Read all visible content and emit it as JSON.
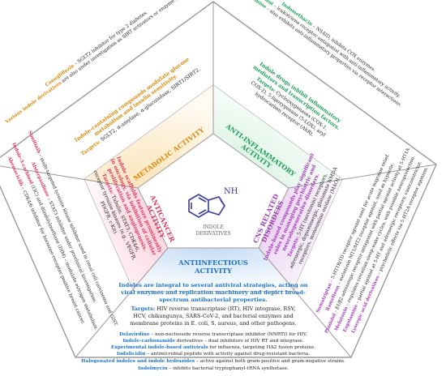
{
  "center": {
    "nh_label": "NH",
    "caption_line1": "INDOLE",
    "caption_line2": "DERIVATIVES"
  },
  "segments": {
    "anti_inflammatory": {
      "title_line1": "ANTI-INFLAMMATORY",
      "title_line2": "ACTIVITY",
      "color": "#1a9e55",
      "summary": [
        "Indole drugs inhibit inflammatory",
        "mediators and transcription factors."
      ],
      "targets_label": "Targets:",
      "targets": [
        "Cyclooxygenases (COX-1,",
        "COX-2), 5-lipoxygenase (5-LOX), aryl",
        "hydrocarbon receptor (AhR)."
      ],
      "examples": [
        {
          "name": "Indomethacin",
          "desc": " – NSAID, inhibits COX enzymes."
        },
        {
          "name": "Zafirlukast",
          "desc": " – leukotriene receptor antagonist with anti-inflammatory activity."
        },
        {
          "name": "Ergotamine",
          "desc": " – also exhibits anti-inflammatory properties via receptor interactions."
        }
      ]
    },
    "metabolic": {
      "title": "METABOLIC ACTIVITY",
      "color": "#d98a0b",
      "summary": [
        "Indole-containing compounds modulate glucose",
        "metabolism and insulin sensitivity."
      ],
      "targets_label": "Targets:",
      "targets": [
        "SGLT2, α-amylase, α-glucosidase, SIRT1/SIRT2."
      ],
      "examples": [
        {
          "name": "Canagliflozin",
          "desc": " – SGLT2 inhibitor for type 2 diabetes."
        },
        {
          "name": "Various indole derivatives",
          "desc": " are also under investigation as SIRT activators or enzyme inhibitors."
        }
      ]
    },
    "anticancer": {
      "title_line1": "ANTICANCER",
      "title_line2": "ACTIVITY",
      "color": "#e0315a",
      "summary": [
        "Indole scaffolds feature prominently",
        "in oncology, via inhibition of cellular",
        "proliferation and angiogenesis."
      ],
      "targets_label": "Targets:",
      "targets": [
        "Tubulin, STAT3, CDK4/6,",
        "receptor tyrosine kinases (e.g., VEGFR,",
        "PDGFR, c-Kit)."
      ],
      "examples": [
        {
          "name": "Sunitinib",
          "desc": " – multi-targeted tyrosine kinase inhibitor used in renal cell carcinoma and GIST."
        },
        {
          "name": "Alsterpaullone",
          "desc": " – STAT3 inhibitor under preclinical investigation."
        },
        {
          "name": "Indole-3-carbinol",
          "desc": " (I3C) and diindolylmethane (DIM) – modulate estrogen metabolism."
        },
        {
          "name": "Abemaciclib",
          "desc": " – CDK4/6 inhibitor for hormone-receptor-positive breast cancer."
        }
      ]
    },
    "cns": {
      "title_line1": "CNS RELATED",
      "title_line2": "DISORDERS",
      "color": "#a23bb8",
      "summary": [
        "Indole-based compounds play significant",
        "roles in managing psychiatric and",
        "neurodegenerative disorders."
      ],
      "targets_label": "Targets:",
      "targets": [
        "5-HT (serotonin) receptors,",
        "adrenergic, dopaminergic, glutamate NMDA",
        "receptors, monoamine oxidase (MAO)."
      ],
      "examples": [
        {
          "name": "Sumatriptan",
          "desc": " – 5-HT1B/1D receptor agonist used for acute migraine relief."
        },
        {
          "name": "Ramelteon",
          "desc": " – melatonin MT1/MT2 receptor agonist, used as hypnotic."
        },
        {
          "name": "Pindolol",
          "desc": " – β1/β2-adrenergic receptor antagonist with partial agonist activity at 5-HT1A."
        },
        {
          "name": "Melatonin",
          "desc": " – regulates circadian sleep-wake cycles, with possible neuroprotection."
        },
        {
          "name": "Ergotamine",
          "desc": " – partial agonist at 5-HT and adrenergic receptors; vasoconstrictor."
        },
        {
          "name": "Lysergic acid derivatives",
          "desc": " – psychedelic effects via 5-HT2A receptor agonism."
        }
      ]
    },
    "antiinfectious": {
      "title_line1": "ANTIINFECTIOUS",
      "title_line2": "ACTIVITY",
      "color": "#1a73c9",
      "summary": [
        "Indoles are integral to several antiviral strategies, acting on",
        "viral enzymes and replication machinery and depict broad-",
        "spectrum antibacterial properties."
      ],
      "targets_label": "Targets:",
      "targets": [
        "HIV reverse transcriptase (RT), HIV integrase, RSV,",
        "HCV, chikungunya, SARS-CoV-2, and bacterial enzymes and",
        "membrane proteins in E. coli, S. aureus, and other pathogens."
      ],
      "examples": [
        {
          "name": "Delavirdine",
          "desc": " – non-nucleoside reverse transcriptase inhibitor (NNRTI) for HIV."
        },
        {
          "name": "Indole-carboxamide",
          "desc": " derivatives – dual inhibitors of HIV RT and integrase."
        },
        {
          "name": "Experimental indole-based antivirals",
          "desc": " for influenza, targeting HA2 fusion proteins."
        },
        {
          "name": "Indolicidin",
          "desc": " – antimicrobial peptide with activity against drug-resistant bacteria."
        },
        {
          "name": "Halogenated indoles and indole hydrazides",
          "desc": " – active against both gram-positive and gram-negative strains."
        },
        {
          "name": "Indolmycin",
          "desc": " – inhibits bacterial tryptophanyl-tRNA synthetase."
        }
      ]
    }
  }
}
